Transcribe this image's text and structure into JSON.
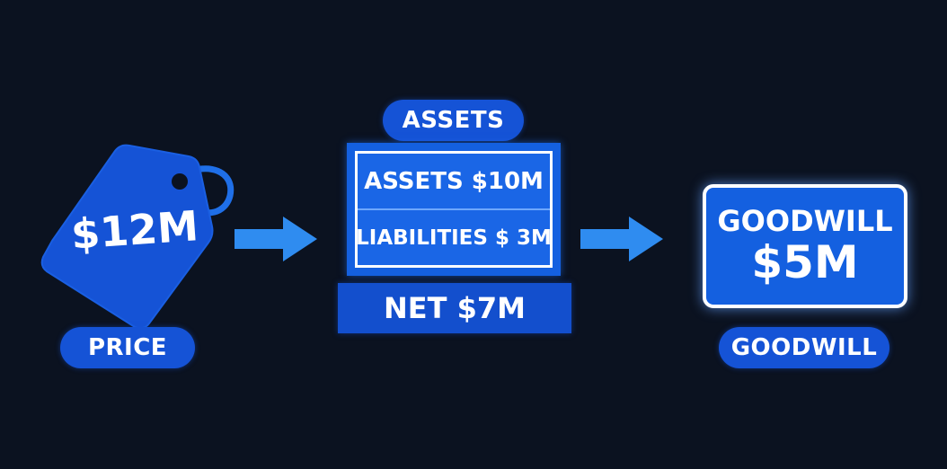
{
  "price": {
    "value": "$12M",
    "label": "PRICE"
  },
  "assets": {
    "header": "ASSETS",
    "assets_line": "ASSETS $10M",
    "liabilities_line": "LIABILITIES $ 3M",
    "net_line": "NET $7M"
  },
  "goodwill": {
    "title": "GOODWILL",
    "value": "$5M",
    "label": "GOODWILL"
  },
  "colors": {
    "background": "#0b1220",
    "primary_blue": "#1553d6",
    "arrow_blue": "#2f8cf0",
    "text": "#ffffff"
  },
  "icons": {
    "price_tag": "price-tag-icon",
    "arrow": "arrow-right-icon"
  }
}
